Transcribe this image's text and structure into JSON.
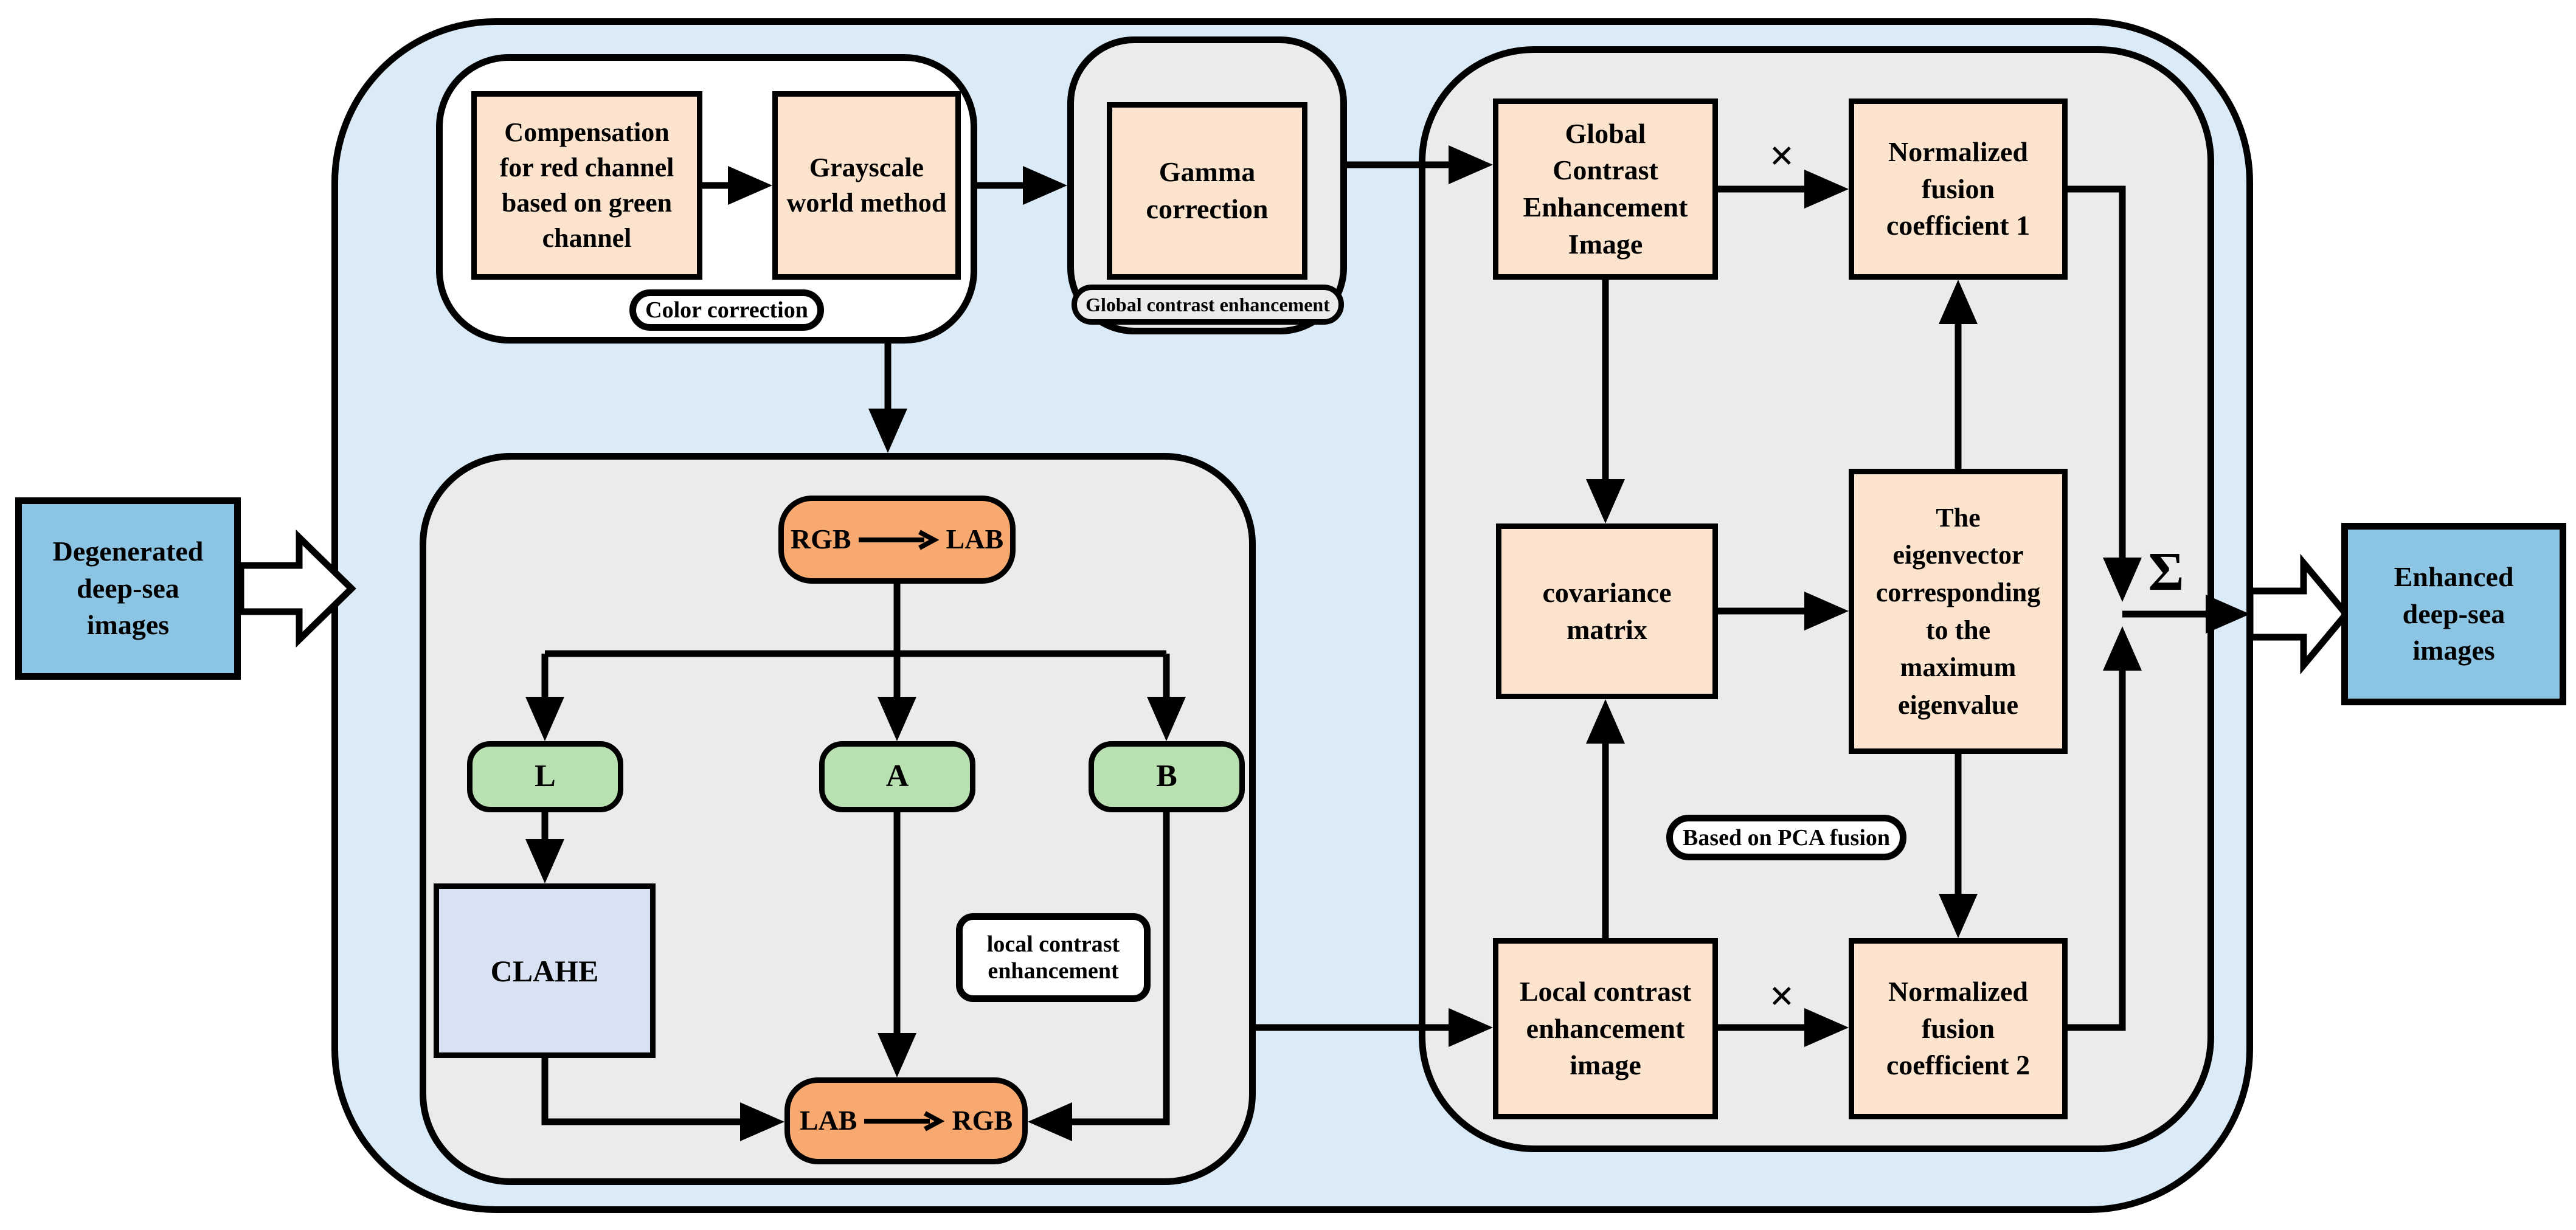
{
  "title": "Deep-sea image enhancement flowchart",
  "colors": {
    "outer": "#DAEAF6",
    "gray": "#EBEBEB",
    "white": "#FFFFFF",
    "peach": "#FBE3CE",
    "orange": "#F8A96F",
    "green": "#B8E0B0",
    "lavender": "#D9E2F3",
    "blue": "#8CC5E4",
    "line": "#000000"
  },
  "nodes": {
    "degenerated": "Degenerated\ndeep-sea\nimages",
    "compensation": "Compensation\nfor red channel\nbased on green\nchannel",
    "grayscale": "Grayscale\nworld method",
    "gamma": "Gamma\ncorrection",
    "rgb_to_lab": {
      "from": "RGB",
      "to": "LAB"
    },
    "channel_l": "L",
    "channel_a": "A",
    "channel_b": "B",
    "clahe": "CLAHE",
    "lab_to_rgb": {
      "from": "LAB",
      "to": "RGB"
    },
    "global_image": "Global\nContrast\nEnhancement\nImage",
    "nfc1": "Normalized\nfusion\ncoefficient 1",
    "covariance": "covariance\nmatrix",
    "eigenvector": "The\neigenvector\ncorresponding\nto the\nmaximum\neigenvalue",
    "local_image": "Local contrast\nenhancement\nimage",
    "nfc2": "Normalized\nfusion\ncoefficient 2",
    "enhanced": "Enhanced\ndeep-sea\nimages"
  },
  "group_labels": {
    "color_correction": "Color correction",
    "global_contrast_enhancement": "Global contrast enhancement",
    "local_contrast_enhancement": "local contrast\nenhancement",
    "pca_fusion": "Based on PCA fusion"
  },
  "symbols": {
    "multiply": "×",
    "sum": "Σ"
  }
}
